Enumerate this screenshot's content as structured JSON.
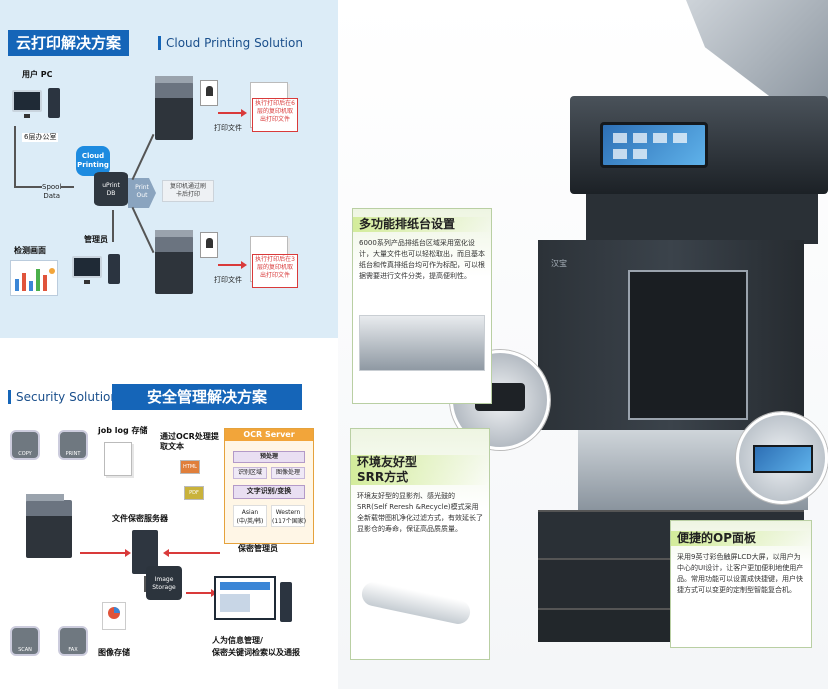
{
  "cloud": {
    "title_zh": "云打印解决方案",
    "title_en": "Cloud Printing Solution",
    "user_pc": "用户 PC",
    "office_6f": "6层办公室",
    "spool_data": "Spool\nData",
    "cloud_label": "Cloud\nPrinting",
    "uprint_db": "uPrint\nDB",
    "print_out": "Print\nOut",
    "card_print": "复印机通过刷\n卡后打印",
    "admin": "管理员",
    "monitor_screen": "检测画面",
    "print_file_1": "打印文件",
    "print_file_2": "打印文件",
    "note_6f": "执行打印后在6层的复印机取出打印文件",
    "note_3f": "执行打印后在3层的复印机取出打印文件"
  },
  "security": {
    "title_en": "Security Solution",
    "title_zh": "安全管理解决方案",
    "job_log": "job log 存储",
    "ocr_text": "通过OCR处理提取文本",
    "ocr_server": "OCR Server",
    "preprocess": "预处理",
    "recog_area": "识别区域",
    "image_proc": "图像处理",
    "text_recog": "文字识别/变换",
    "asian": "Asian\n(中/英/韩)",
    "western": "Western\n(117个国家)",
    "tag_html": "HTML",
    "tag_pdf": "PDF",
    "file_server": "文件保密服务器",
    "security_admin": "保密管理员",
    "image_storage": "Image\nStorage",
    "image_store": "图像存储",
    "personal_info": "人为信息管理/",
    "keyword_search": "保密关键词检索以及通报",
    "icons": [
      "COPY",
      "PRINT",
      "SCAN",
      "FAX"
    ]
  },
  "features": {
    "tray": {
      "title": "多功能排纸台设置",
      "text": "6000系列产品排纸台区域采用宽化设计，大量文件也可以轻松取出，而且基本纸台和传真排纸台均可作为标配，可以根据需要进行文件分类，提高便利性。"
    },
    "srr": {
      "title_line1": "环境友好型",
      "title_line2": "SRR方式",
      "text": "环境友好型的显影剂、感光鼓的SRR(Self Reresh &Recycle)模式采用全新载带图机净化过滤方式，有效延长了显影仓的寿命，保证高品质质量。"
    },
    "op_panel": {
      "title": "便捷的OP面板",
      "text": "采用9英寸彩色触屏LCD大屏，以用户为中心的UI设计，让客户更加便利地使用产品。常用功能可以设置成快捷键，用户快捷方式可以变更的定制型智能复合机。"
    },
    "brand": "汉宝"
  },
  "colors": {
    "brand_blue": "#1565b8",
    "arrow_red": "#d93a3a",
    "ocr_orange": "#f2a53a",
    "feature_green": "#d3ec9b"
  }
}
